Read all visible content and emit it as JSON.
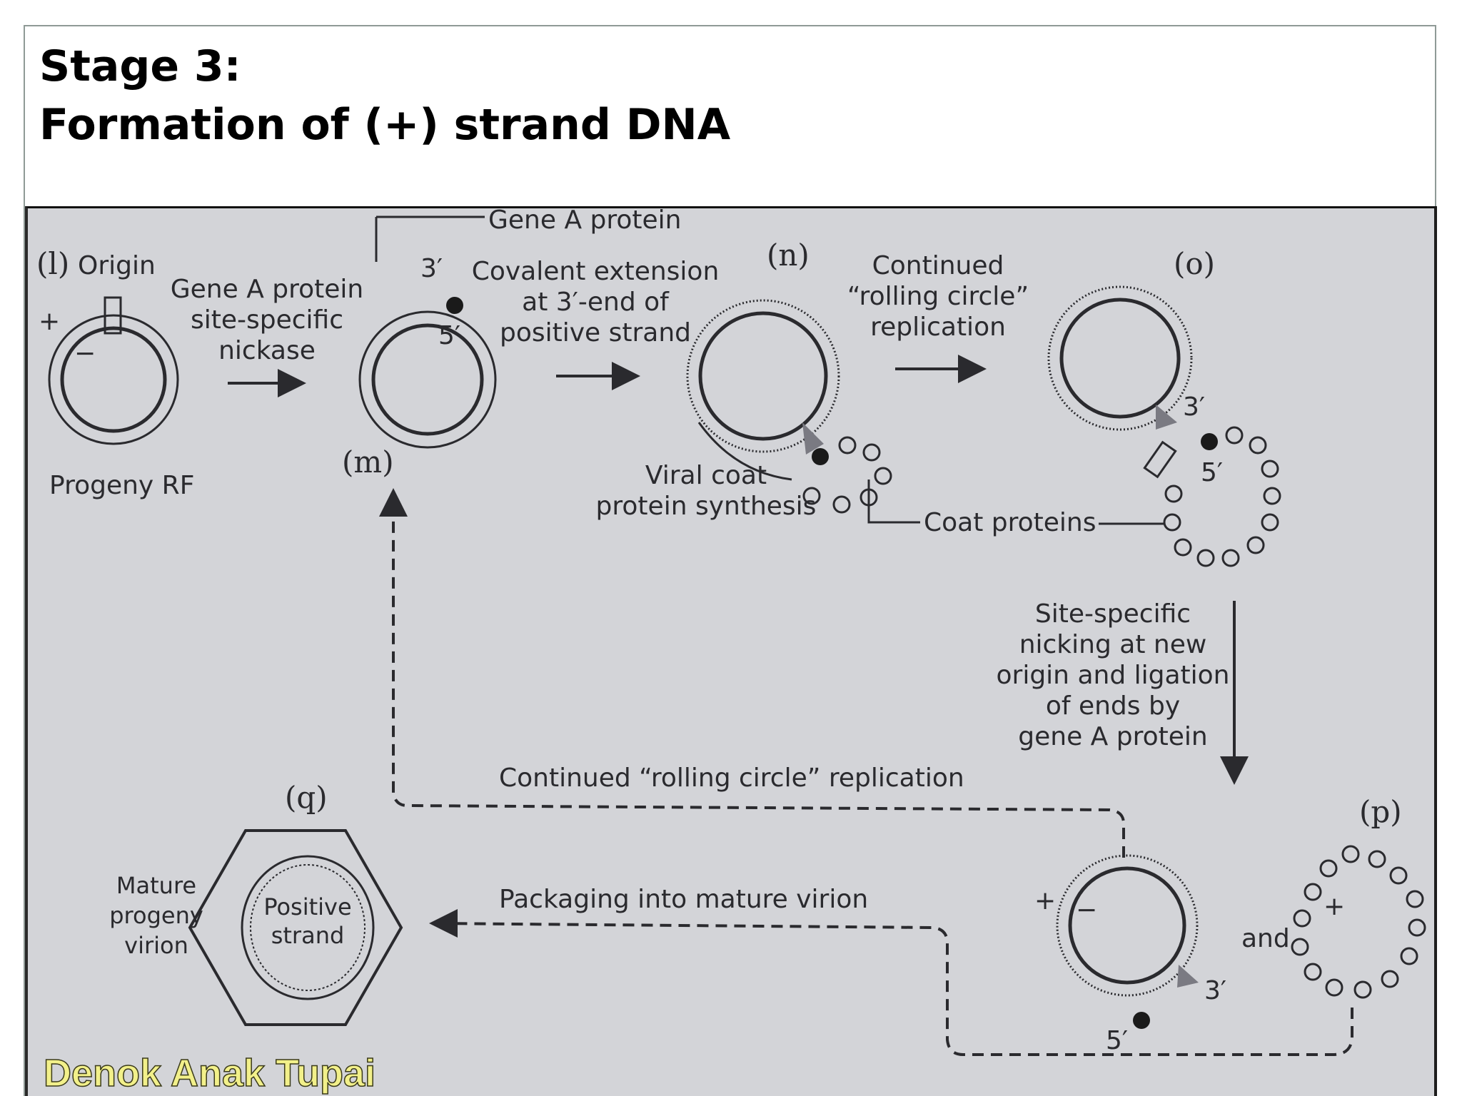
{
  "slide": {
    "title_line1": "Stage 3:",
    "title_line2": "Formation of (+) strand DNA"
  },
  "diagram": {
    "stage_l": "(l)",
    "origin": "Origin",
    "progeny_rf": "Progeny RF",
    "nickase_line1": "Gene A protein",
    "nickase_line2": "site-specific",
    "nickase_line3": "nickase",
    "gene_a_protein": "Gene A protein",
    "stage_m": "(m)",
    "three_prime": "3′",
    "five_prime": "5′",
    "plus_sign": "+",
    "minus_sign": "−",
    "covalent_line1": "Covalent extension",
    "covalent_line2": "at 3′-end of",
    "covalent_line3": "positive strand",
    "stage_n": "(n)",
    "continued_line1": "Continued",
    "continued_line2": "“rolling circle”",
    "continued_line3": "replication",
    "stage_o": "(o)",
    "viral_coat_line1": "Viral coat",
    "viral_coat_line2": "protein synthesis",
    "coat_proteins": "Coat proteins",
    "nicking_line1": "Site-specific",
    "nicking_line2": "nicking at new",
    "nicking_line3": "origin and ligation",
    "nicking_line4": "of ends by",
    "nicking_line5": "gene A protein",
    "continued_rc": "Continued “rolling circle” replication",
    "stage_q": "(q)",
    "mature_line1": "Mature",
    "mature_line2": "progeny",
    "mature_line3": "virion",
    "positive_line1": "Positive",
    "positive_line2": "strand",
    "packaging": "Packaging into mature virion",
    "stage_p": "(p)",
    "and": "and",
    "watermark": "Denok Anak Tupai"
  },
  "colors": {
    "diagram_background": "#d3d4d8",
    "ink": "#2a2a2e",
    "watermark": "#f2f08a"
  }
}
